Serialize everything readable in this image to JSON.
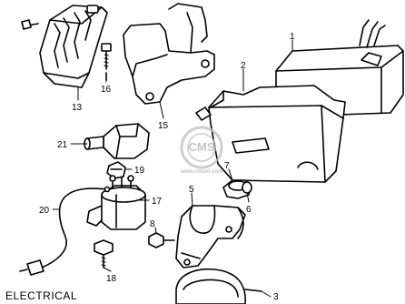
{
  "caption": "ELECTRICAL",
  "watermark": {
    "logo_text": "CMS",
    "url_text": "www.cmsnl.com"
  },
  "callouts": {
    "c1": "1",
    "c2": "2",
    "c3": "3",
    "c5": "5",
    "c6": "6",
    "c7": "7",
    "c8": "8",
    "c13": "13",
    "c15": "15",
    "c16": "16",
    "c17": "17",
    "c18": "18",
    "c19": "19",
    "c20": "20",
    "c21": "21"
  }
}
